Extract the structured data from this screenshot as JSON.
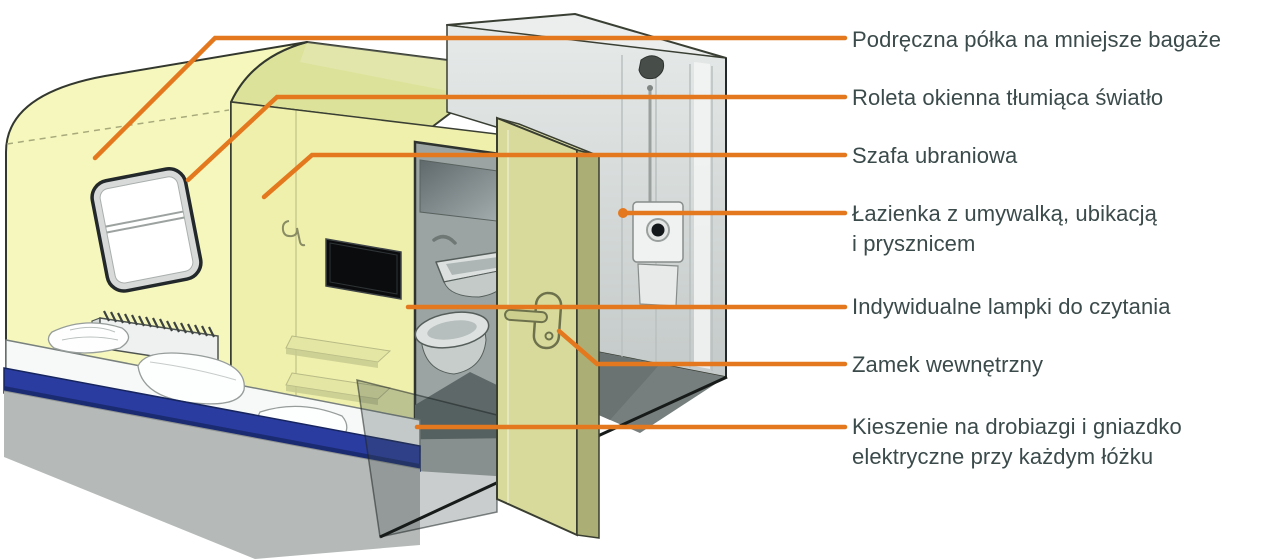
{
  "figure": {
    "type": "train-sleeper-compartment-cutaway-diagram",
    "accent_color": "#E4781E",
    "text_color": "#3B4A4A",
    "background_color": "#FFFFFF",
    "labels": [
      {
        "id": "luggage-shelf",
        "text": "Podręczna półka na mniejsze bagaże"
      },
      {
        "id": "window-blind",
        "text": "Roleta okienna tłumiąca światło"
      },
      {
        "id": "wardrobe",
        "text": "Szafa ubraniowa"
      },
      {
        "id": "bathroom",
        "text": "Łazienka z umywalką, ubikacją\ni prysznicem"
      },
      {
        "id": "reading-lamps",
        "text": "Indywidualne lampki do czytania"
      },
      {
        "id": "inner-lock",
        "text": "Zamek wewnętrzny"
      },
      {
        "id": "pockets-socket",
        "text": "Kieszenie na drobiazgi i gniazdko\nelektryczne przy każdym łóżku"
      }
    ]
  }
}
